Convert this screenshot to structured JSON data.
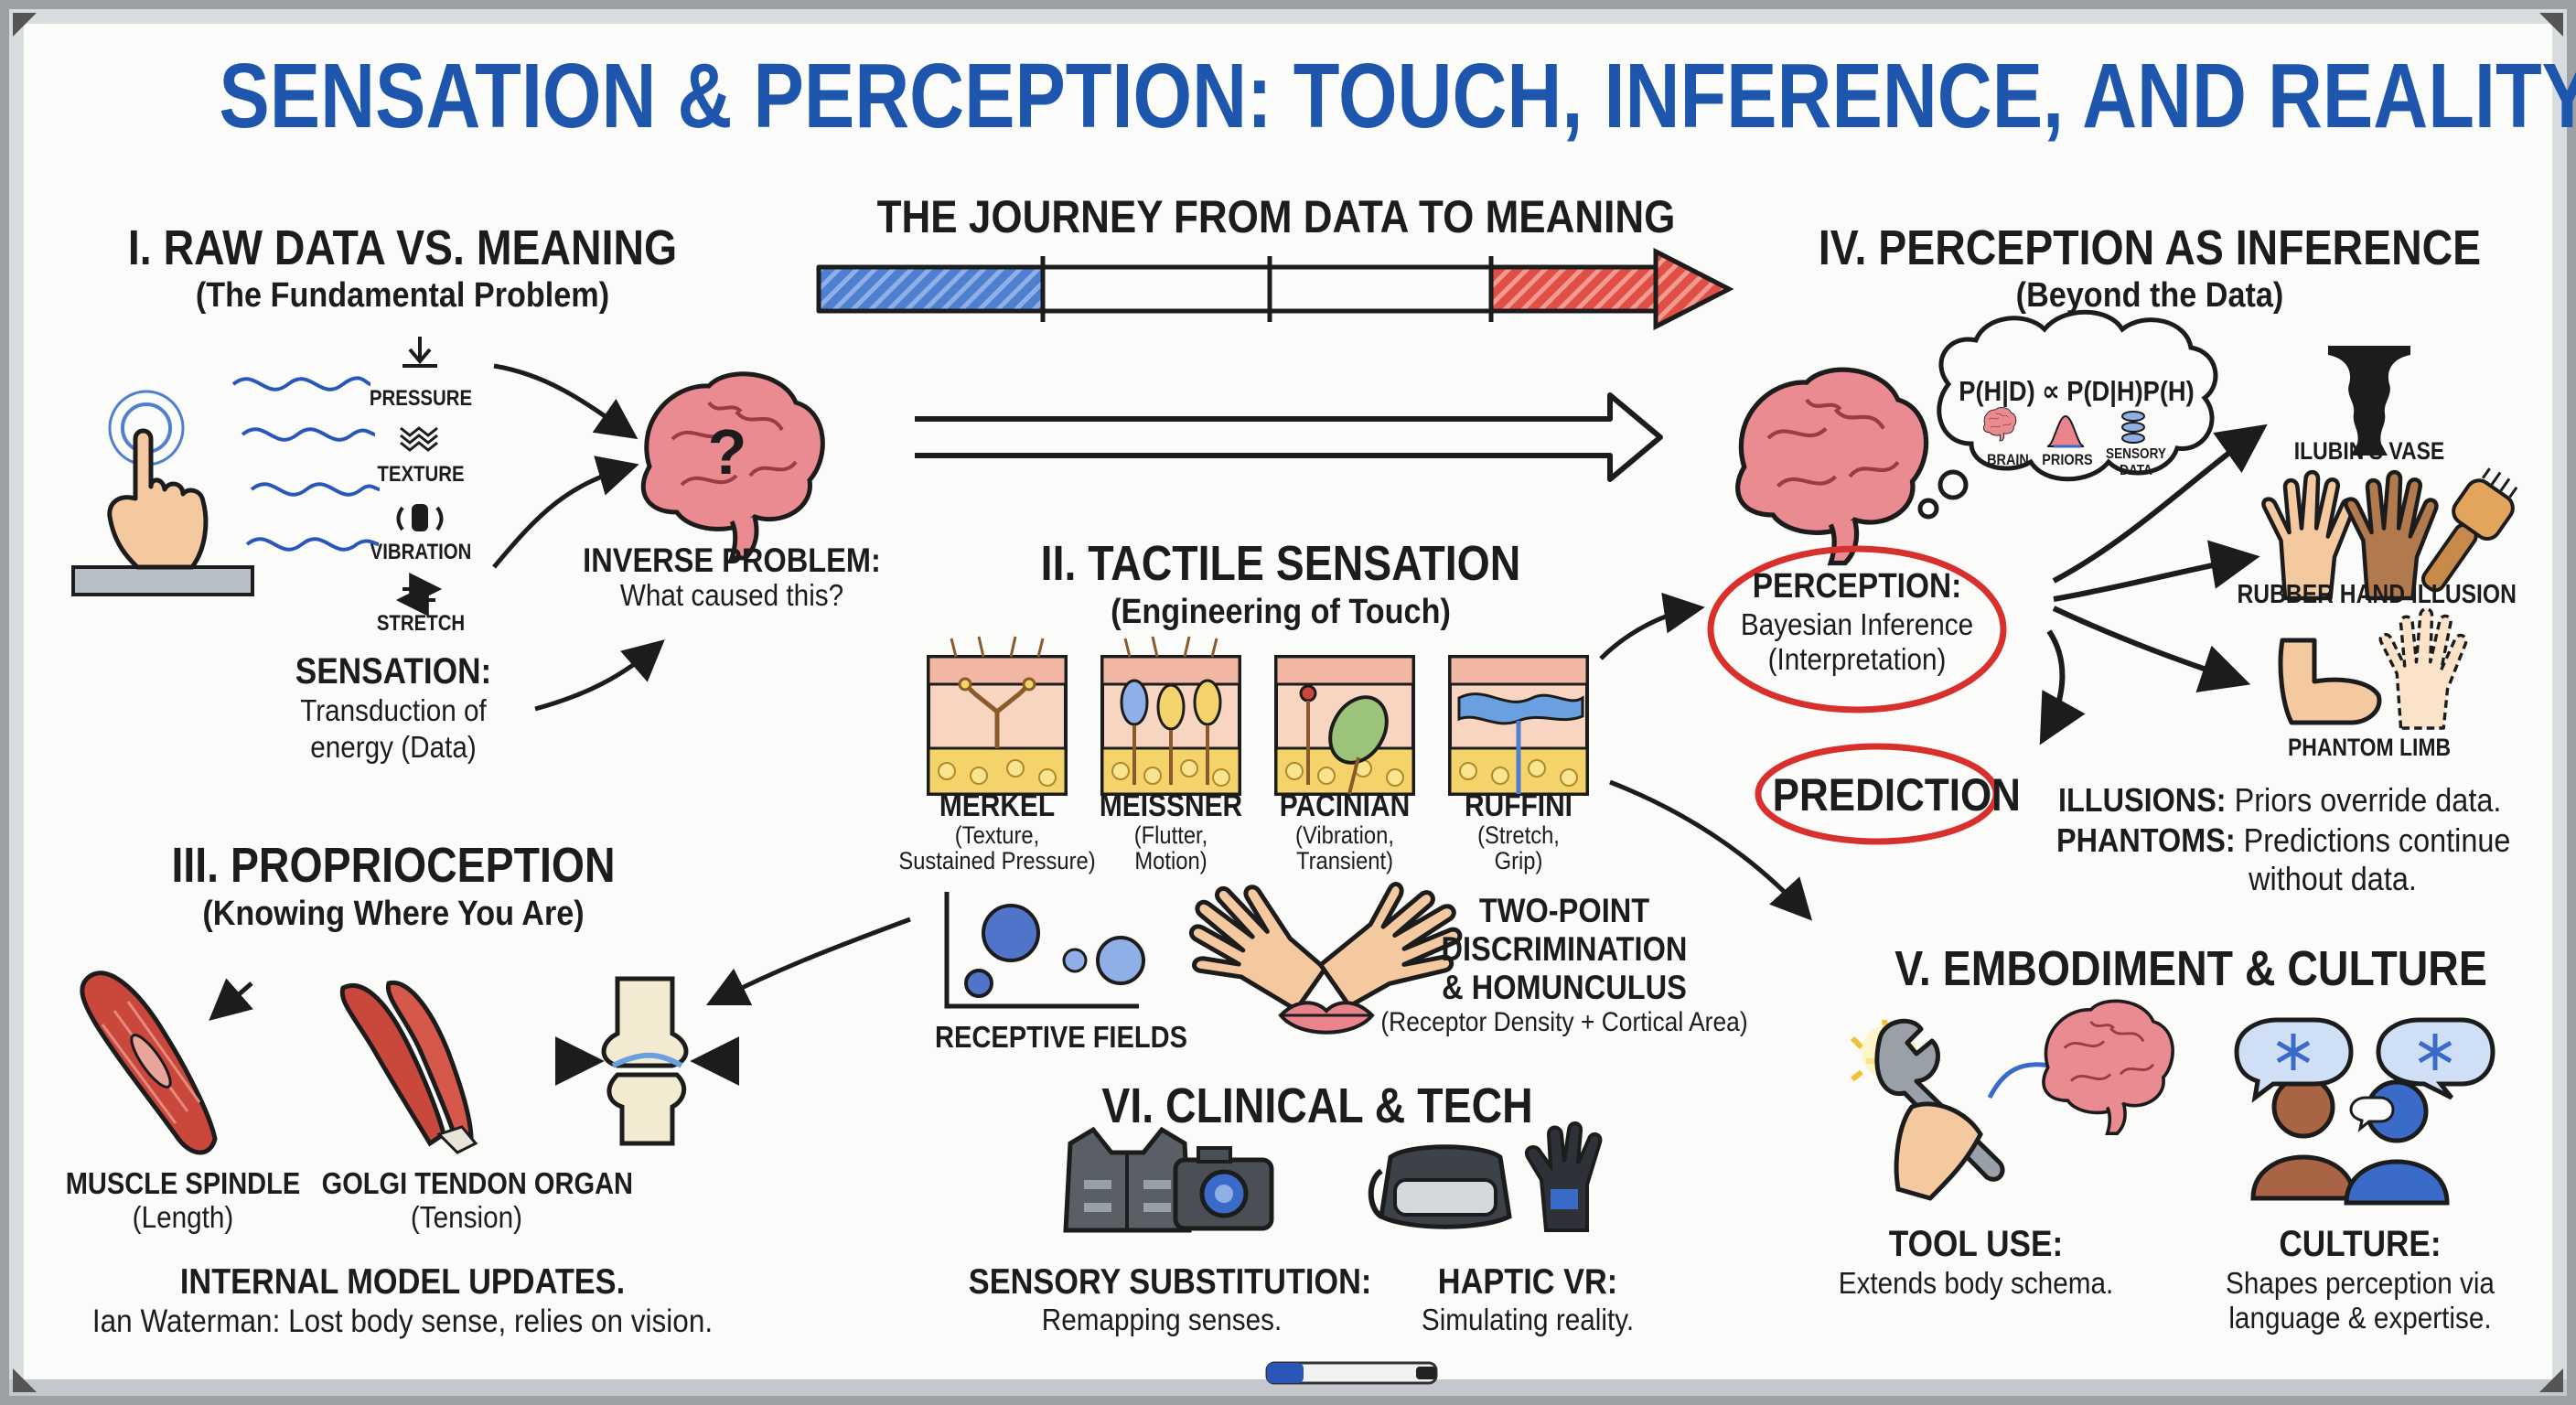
{
  "title": "SENSATION & PERCEPTION: TOUCH, INFERENCE, AND REALITY",
  "journey": {
    "label": "THE JOURNEY FROM DATA TO MEANING"
  },
  "s1": {
    "heading": "I. RAW DATA VS. MEANING",
    "subheading": "(The Fundamental Problem)",
    "stimuli": [
      "PRESSURE",
      "TEXTURE",
      "VIBRATION",
      "STRETCH"
    ],
    "inverse_title": "INVERSE PROBLEM:",
    "inverse_text": "What caused this?",
    "sensation_title": "SENSATION:",
    "sensation_line1": "Transduction of",
    "sensation_line2": "energy (Data)"
  },
  "s2": {
    "heading": "II. TACTILE SENSATION",
    "subheading": "(Engineering of Touch)",
    "receptors": [
      {
        "name": "MERKEL",
        "line1": "(Texture,",
        "line2": "Sustained Pressure)"
      },
      {
        "name": "MEISSNER",
        "line1": "(Flutter,",
        "line2": "Motion)"
      },
      {
        "name": "PACINIAN",
        "line1": "(Vibration,",
        "line2": "Transient)"
      },
      {
        "name": "RUFFINI",
        "line1": "(Stretch,",
        "line2": "Grip)"
      }
    ],
    "receptive_fields": "RECEPTIVE FIELDS",
    "twopoint_line1": "TWO-POINT",
    "twopoint_line2": "DISCRIMINATION",
    "twopoint_line3": "& HOMUNCULUS",
    "twopoint_note": "(Receptor Density + Cortical Area)"
  },
  "s3": {
    "heading": "III. PROPRIOCEPTION",
    "subheading": "(Knowing Where You Are)",
    "spindle_title": "MUSCLE SPINDLE",
    "spindle_note": "(Length)",
    "golgi_title": "GOLGI TENDON ORGAN",
    "golgi_note": "(Tension)",
    "model_title": "INTERNAL MODEL UPDATES.",
    "model_text": "Ian Waterman: Lost body sense, relies on vision."
  },
  "s4": {
    "heading": "IV. PERCEPTION AS INFERENCE",
    "subheading": "(Beyond the Data)",
    "formula": "P(H|D) ∝ P(D|H)P(H)",
    "bubble_brain": "BRAIN",
    "bubble_priors": "PRIORS",
    "bubble_sensory1": "SENSORY",
    "bubble_sensory2": "DATA",
    "perception_title": "PERCEPTION:",
    "perception_line1": "Bayesian Inference",
    "perception_line2": "(Interpretation)",
    "prediction": "PREDICTION",
    "vase": "ILUBIN'S VASE",
    "rubber_hand": "RUBBER HAND ILLUSION",
    "phantom_limb": "PHANTOM LIMB",
    "illusions_label": "ILLUSIONS:",
    "illusions_text": "Priors override data.",
    "phantoms_label": "PHANTOMS:",
    "phantoms_text": "Predictions continue",
    "phantoms_text2": "without data."
  },
  "s5": {
    "heading": "V. EMBODIMENT & CULTURE",
    "tool_title": "TOOL USE:",
    "tool_text": "Extends body schema.",
    "culture_title": "CULTURE:",
    "culture_line1": "Shapes perception via",
    "culture_line2": "language & expertise."
  },
  "s6": {
    "heading": "VI. CLINICAL & TECH",
    "substitution_title": "SENSORY SUBSTITUTION:",
    "substitution_text": "Remapping senses.",
    "haptic_title": "HAPTIC VR:",
    "haptic_text": "Simulating reality."
  },
  "colors": {
    "title_blue": "#1f56ad",
    "ink": "#1c1c1c",
    "marker_red": "#d8302c",
    "skin": "#f4c9a0",
    "brain_pink": "#e9848c",
    "muscle_red": "#c9473b",
    "receptive_blue": "#5585d1"
  },
  "icons": [
    "finger-press-icon",
    "brain-question-icon",
    "skin-cross-section-icon",
    "muscle-icon",
    "knee-joint-icon",
    "brain-icon",
    "thought-bubble-icon",
    "vase-icon",
    "hand-icon",
    "arm-icon",
    "wrench-icon",
    "person-icon",
    "vest-icon",
    "camera-icon",
    "vr-headset-icon",
    "haptic-glove-icon",
    "whiteboard-marker-icon"
  ]
}
